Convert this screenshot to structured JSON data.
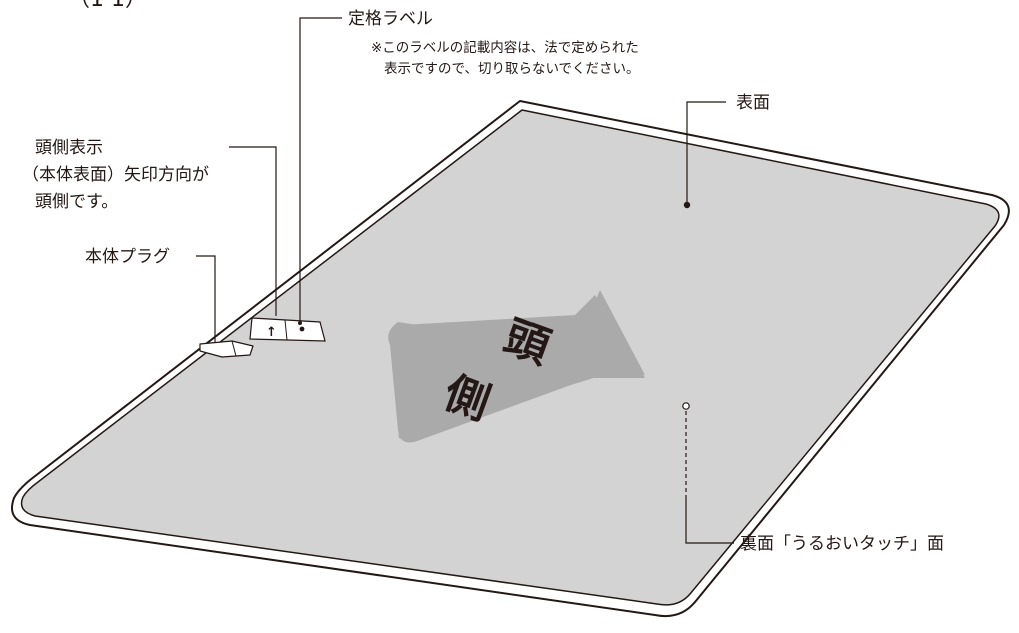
{
  "header": {
    "partial_text": "（1 1）"
  },
  "labels": {
    "rating_label": "定格ラベル",
    "rating_label_note_line1": "※このラベルの記載内容は、法で定められた",
    "rating_label_note_line2": "表示ですので、切り取らないでください。",
    "head_indicator_line1": "頭側表示",
    "head_indicator_line2": "（本体表面）矢印方向が",
    "head_indicator_line3": "頭側です。",
    "body_plug": "本体プラグ",
    "front_surface": "表面",
    "back_surface": "裏面「うるおいタッチ」面"
  },
  "arrow_text": {
    "char1": "頭",
    "char2": "側"
  },
  "label_arrow_symbol": "↑",
  "colors": {
    "line": "#231815",
    "pad_fill": "#d3d3d3",
    "arrow_fill": "#aaaaaa",
    "background": "#ffffff"
  }
}
